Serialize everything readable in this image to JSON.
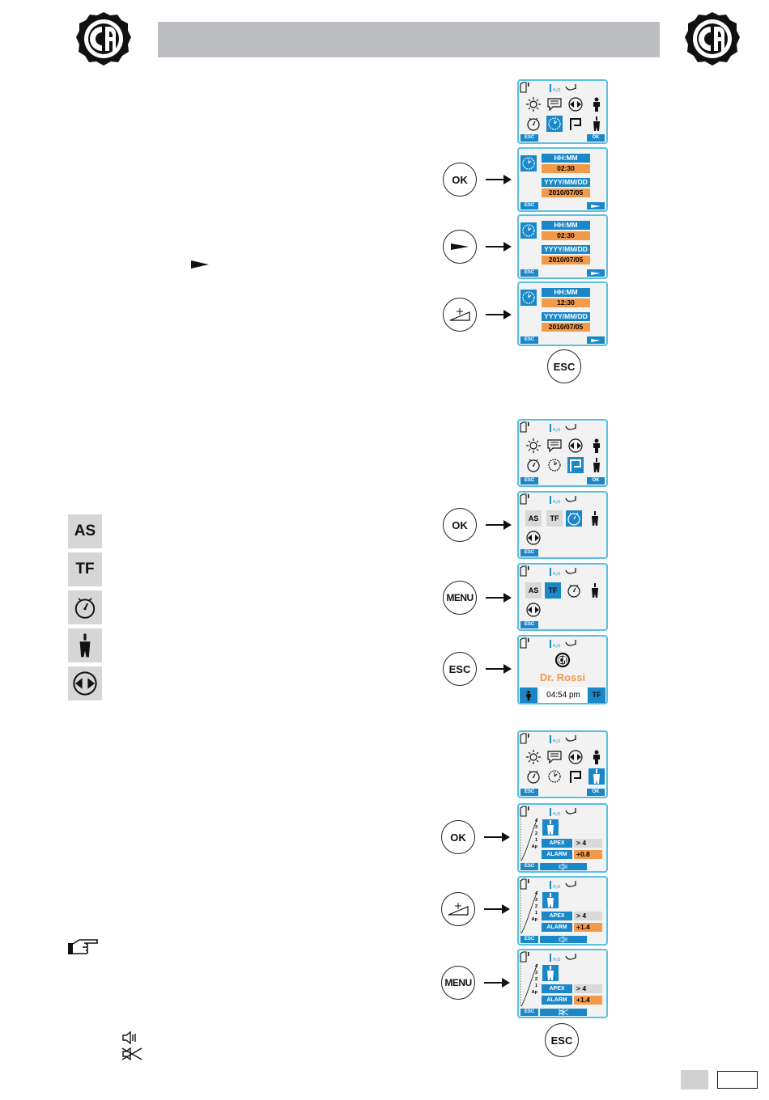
{
  "header": {
    "title": ""
  },
  "buttons": {
    "ok": "OK",
    "esc": "ESC",
    "menu": "MENU"
  },
  "screen_common": {
    "esc": "ESC",
    "ok": "OK"
  },
  "time_screens": {
    "time_label": "HH:MM",
    "date_label": "YYYY/MM/DD",
    "time_values": [
      "02:30",
      "02:30",
      "12:30"
    ],
    "date_value": "2010/07/05"
  },
  "submenu": {
    "as": "AS",
    "tf": "TF"
  },
  "home": {
    "name": "Dr. Rossi",
    "time": "04:54 pm",
    "tf": "TF"
  },
  "apex_screens": {
    "apex_label": "APEX",
    "alarm_label": "ALARM",
    "apex_value": "> 4",
    "alarm_values": [
      "+0.8",
      "+1.4",
      "+1.4"
    ],
    "scale": [
      "4",
      "3",
      "2",
      "1",
      "Ap"
    ]
  },
  "legend": {
    "as": "AS",
    "tf": "TF"
  },
  "colors": {
    "accent": "#1a87c9",
    "highlight": "#f39a4a",
    "frame": "#5bc0de"
  }
}
